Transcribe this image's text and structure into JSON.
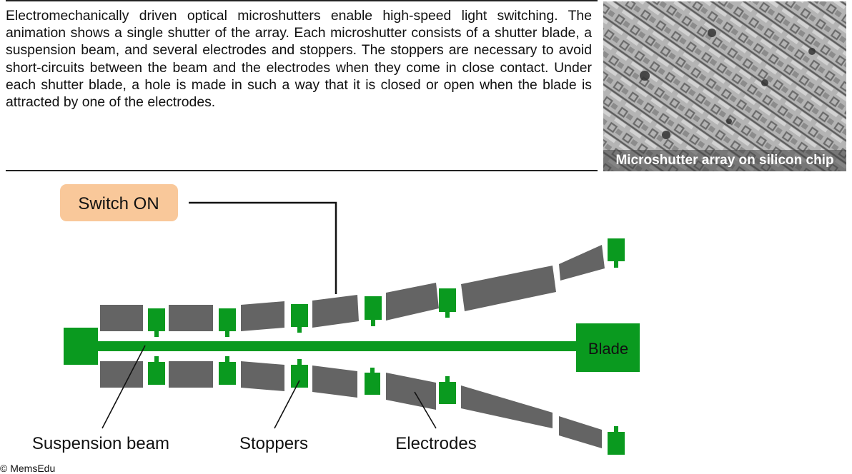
{
  "intro": {
    "paragraph": "Electromechanically driven optical microshutters enable high-speed light switching. The animation shows a single shutter of the array. Each microshutter consists of a shutter blade, a suspension beam, and several electrodes and stoppers. The stoppers are necessary to avoid short-circuits between the beam and the electrodes when they come in close contact. Under each shutter blade, a hole is made in such a way that it is closed or open when the blade is attracted by one of the electrodes."
  },
  "photo": {
    "caption": "Microshutter array on silicon chip"
  },
  "diagram": {
    "switch_label": "Switch ON",
    "blade_label": "Blade",
    "labels": {
      "suspension_beam": "Suspension beam",
      "stoppers": "Stoppers",
      "electrodes": "Electrodes"
    },
    "colors": {
      "beam_green": "#0a9a1f",
      "electrode_gray": "#646464",
      "switch_bg": "#f9c89a"
    }
  },
  "footer": {
    "copyright": "© MemsEdu"
  }
}
